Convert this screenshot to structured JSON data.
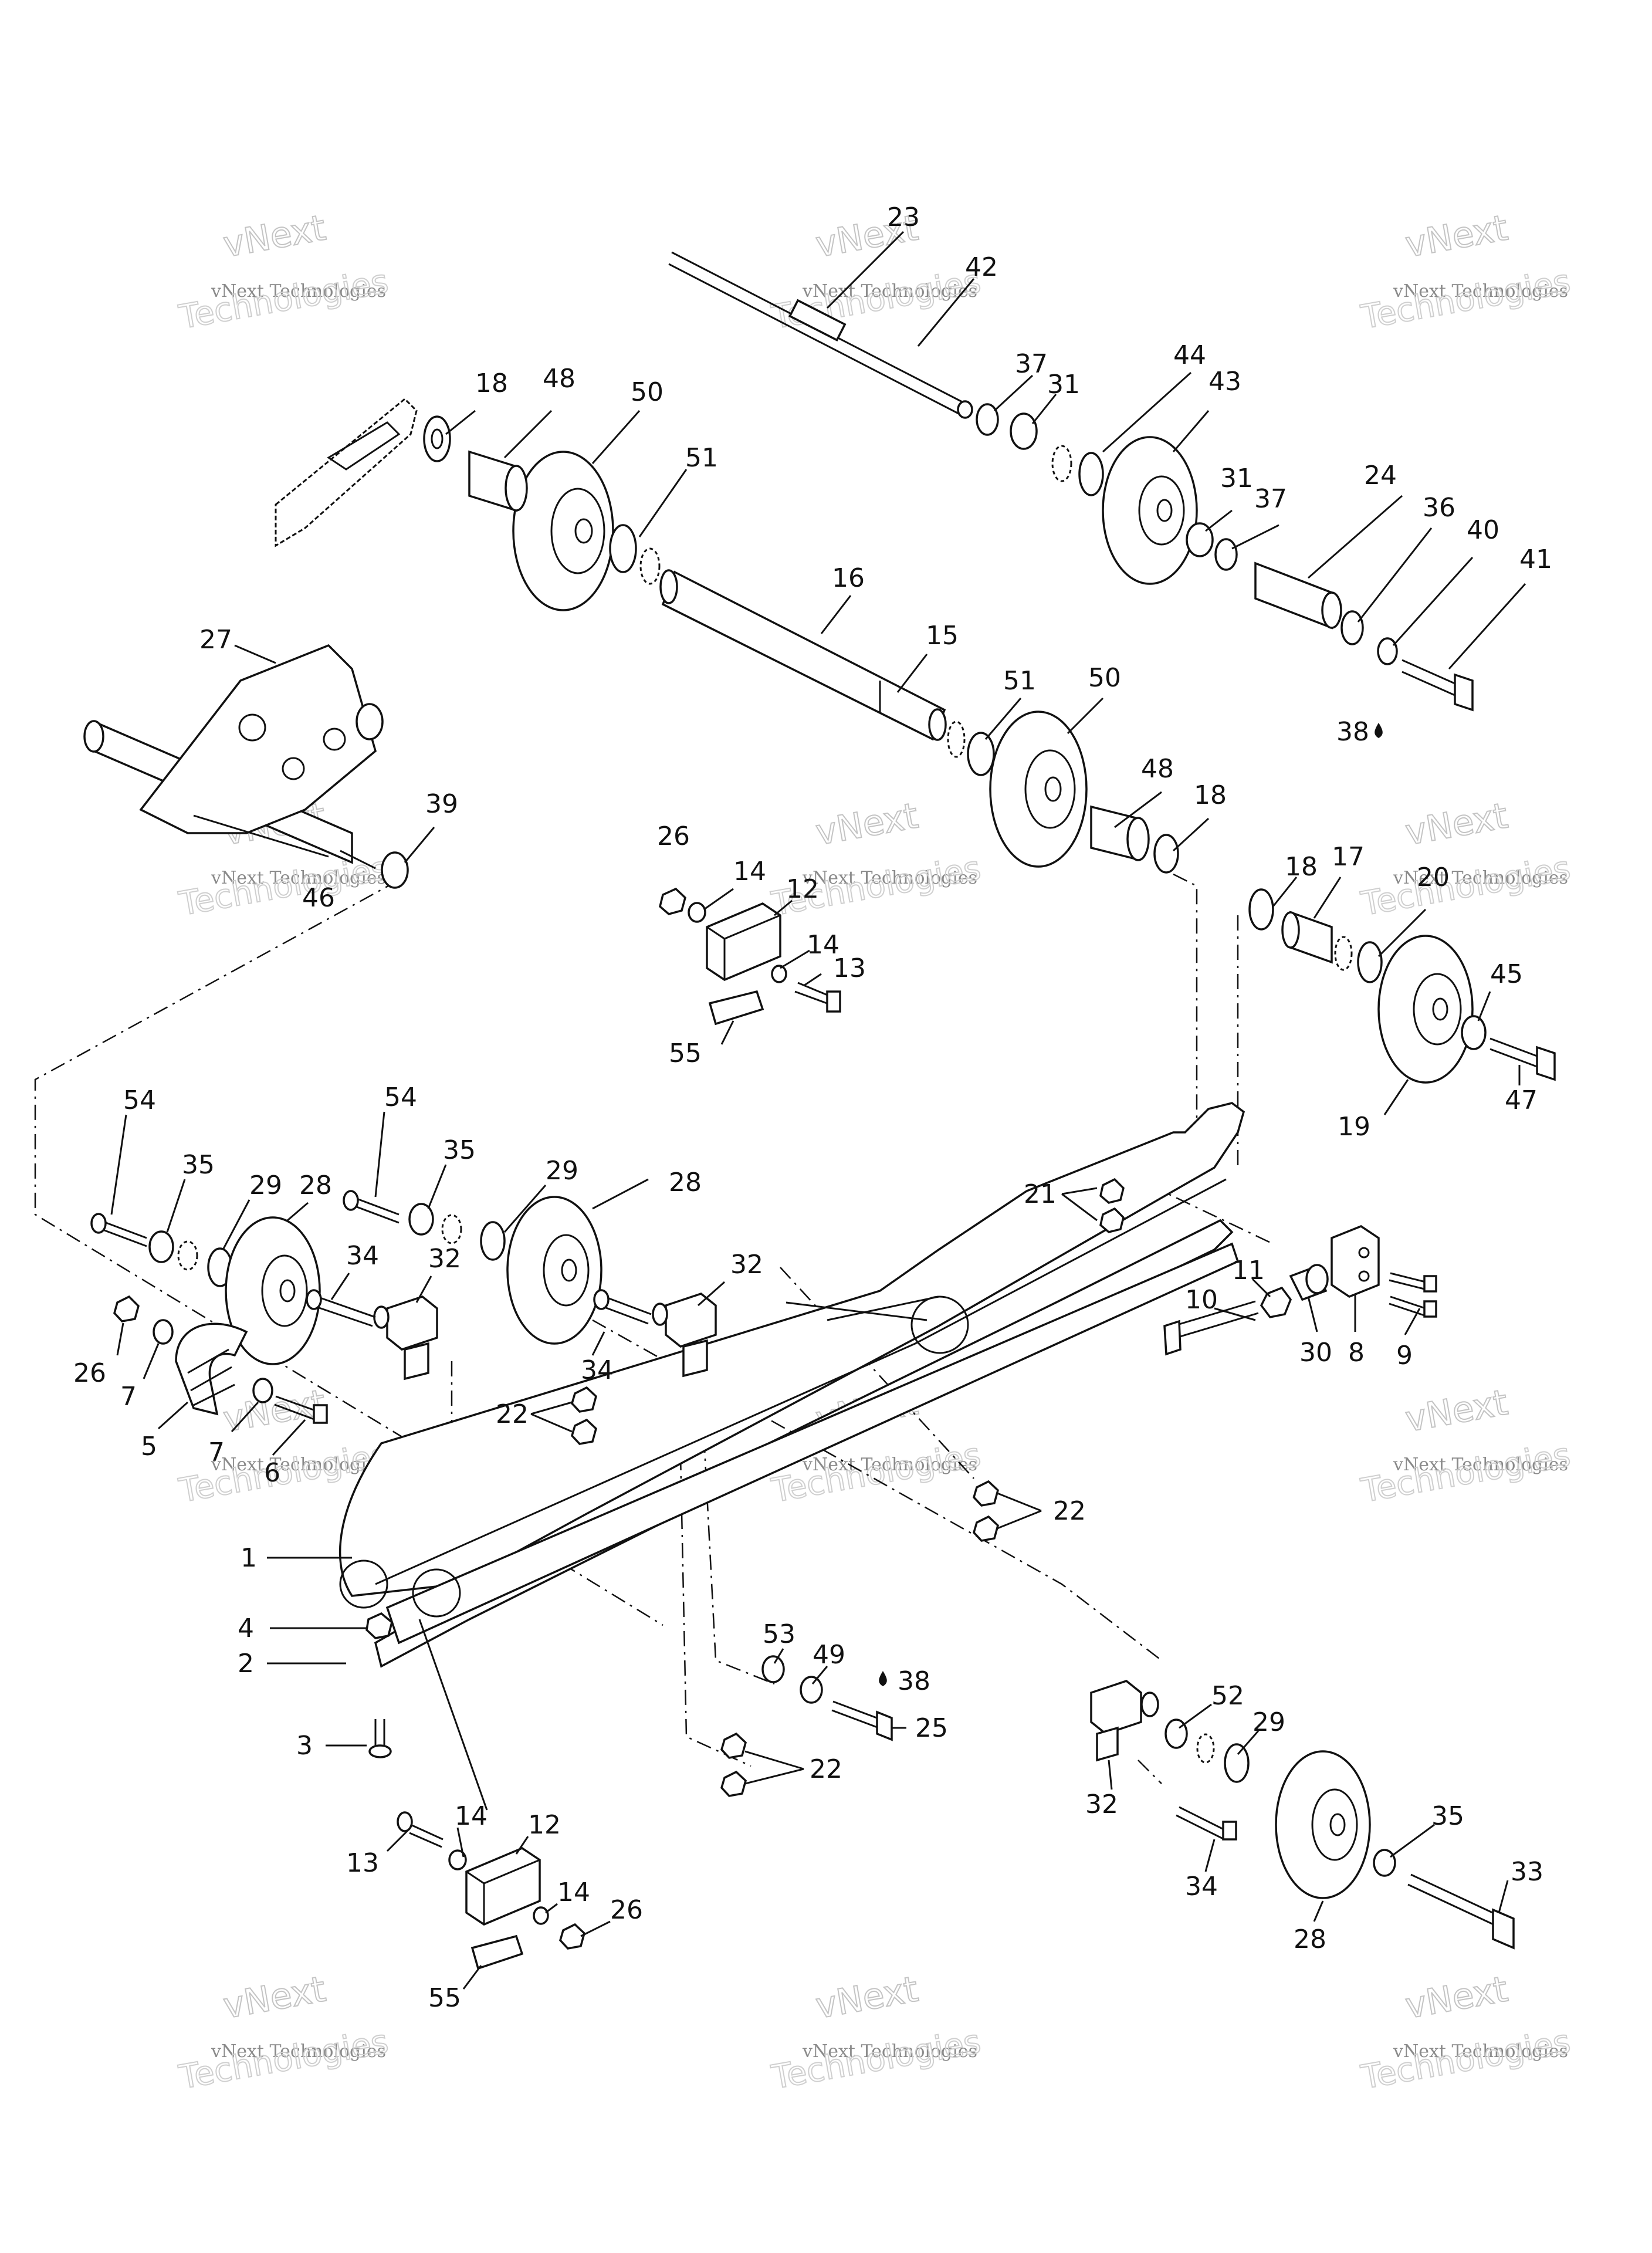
{
  "diagram": {
    "callouts": [
      {
        "id": "c23",
        "text": "23"
      },
      {
        "id": "c42",
        "text": "42"
      },
      {
        "id": "c37a",
        "text": "37"
      },
      {
        "id": "c31a",
        "text": "31"
      },
      {
        "id": "c44",
        "text": "44"
      },
      {
        "id": "c43",
        "text": "43"
      },
      {
        "id": "c18a",
        "text": "18"
      },
      {
        "id": "c48a",
        "text": "48"
      },
      {
        "id": "c50a",
        "text": "50"
      },
      {
        "id": "c51a",
        "text": "51"
      },
      {
        "id": "c31b",
        "text": "31"
      },
      {
        "id": "c37b",
        "text": "37"
      },
      {
        "id": "c24",
        "text": "24"
      },
      {
        "id": "c36",
        "text": "36"
      },
      {
        "id": "c40",
        "text": "40"
      },
      {
        "id": "c41",
        "text": "41"
      },
      {
        "id": "c16",
        "text": "16"
      },
      {
        "id": "c15",
        "text": "15"
      },
      {
        "id": "c51b",
        "text": "51"
      },
      {
        "id": "c50b",
        "text": "50"
      },
      {
        "id": "c38a",
        "text": "38"
      },
      {
        "id": "c27",
        "text": "27"
      },
      {
        "id": "c48b",
        "text": "48"
      },
      {
        "id": "c18b",
        "text": "18"
      },
      {
        "id": "c39",
        "text": "39"
      },
      {
        "id": "c46",
        "text": "46"
      },
      {
        "id": "c26a",
        "text": "26"
      },
      {
        "id": "c14a",
        "text": "14"
      },
      {
        "id": "c12a",
        "text": "12"
      },
      {
        "id": "c14b",
        "text": "14"
      },
      {
        "id": "c13a",
        "text": "13"
      },
      {
        "id": "c55a",
        "text": "55"
      },
      {
        "id": "c18c",
        "text": "18"
      },
      {
        "id": "c17",
        "text": "17"
      },
      {
        "id": "c20",
        "text": "20"
      },
      {
        "id": "c45",
        "text": "45"
      },
      {
        "id": "c19",
        "text": "19"
      },
      {
        "id": "c47",
        "text": "47"
      },
      {
        "id": "c54a",
        "text": "54"
      },
      {
        "id": "c35a",
        "text": "35"
      },
      {
        "id": "c29a",
        "text": "29"
      },
      {
        "id": "c28a",
        "text": "28"
      },
      {
        "id": "c54b",
        "text": "54"
      },
      {
        "id": "c35b",
        "text": "35"
      },
      {
        "id": "c29b",
        "text": "29"
      },
      {
        "id": "c28b",
        "text": "28"
      },
      {
        "id": "c21",
        "text": "21"
      },
      {
        "id": "c34a",
        "text": "34"
      },
      {
        "id": "c32a",
        "text": "32"
      },
      {
        "id": "c32b",
        "text": "32"
      },
      {
        "id": "c34b",
        "text": "34"
      },
      {
        "id": "c11",
        "text": "11"
      },
      {
        "id": "c10",
        "text": "10"
      },
      {
        "id": "c30",
        "text": "30"
      },
      {
        "id": "c8",
        "text": "8"
      },
      {
        "id": "c9",
        "text": "9"
      },
      {
        "id": "c26b",
        "text": "26"
      },
      {
        "id": "c7a",
        "text": "7"
      },
      {
        "id": "c5",
        "text": "5"
      },
      {
        "id": "c7b",
        "text": "7"
      },
      {
        "id": "c6",
        "text": "6"
      },
      {
        "id": "c22a",
        "text": "22"
      },
      {
        "id": "c22b",
        "text": "22"
      },
      {
        "id": "c1",
        "text": "1"
      },
      {
        "id": "c4",
        "text": "4"
      },
      {
        "id": "c2",
        "text": "2"
      },
      {
        "id": "c3",
        "text": "3"
      },
      {
        "id": "c53",
        "text": "53"
      },
      {
        "id": "c49",
        "text": "49"
      },
      {
        "id": "c38b",
        "text": "38"
      },
      {
        "id": "c25",
        "text": "25"
      },
      {
        "id": "c22c",
        "text": "22"
      },
      {
        "id": "c52",
        "text": "52"
      },
      {
        "id": "c29c",
        "text": "29"
      },
      {
        "id": "c32c",
        "text": "32"
      },
      {
        "id": "c34c",
        "text": "34"
      },
      {
        "id": "c35c",
        "text": "35"
      },
      {
        "id": "c33",
        "text": "33"
      },
      {
        "id": "c28c",
        "text": "28"
      },
      {
        "id": "c14c",
        "text": "14"
      },
      {
        "id": "c12b",
        "text": "12"
      },
      {
        "id": "c13b",
        "text": "13"
      },
      {
        "id": "c14d",
        "text": "14"
      },
      {
        "id": "c26c",
        "text": "26"
      },
      {
        "id": "c55b",
        "text": "55"
      }
    ],
    "watermark": {
      "brand": "vNext",
      "line": "vNext Technologies",
      "word": "Technologies"
    }
  }
}
